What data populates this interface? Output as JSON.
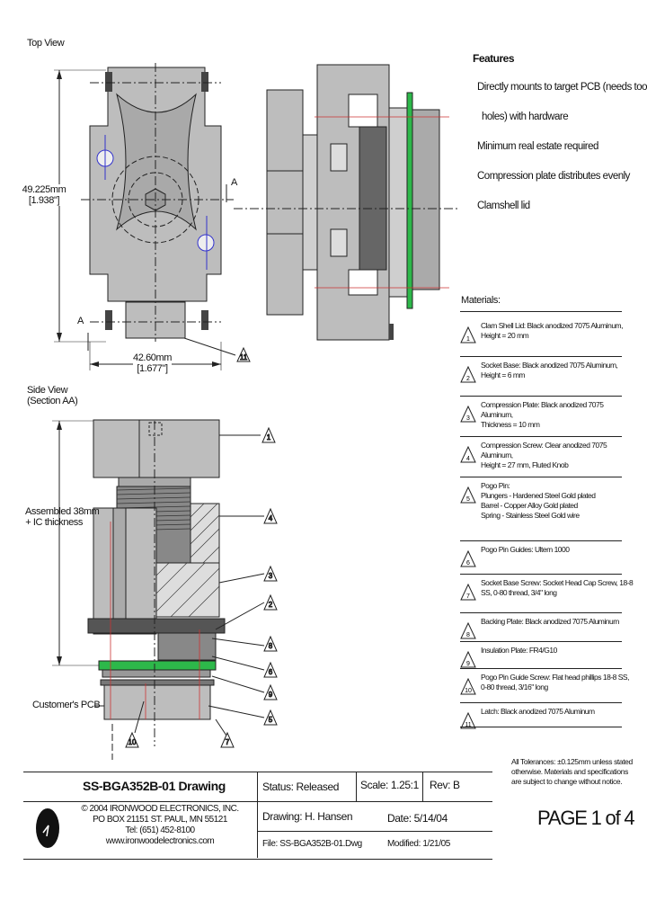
{
  "views": {
    "top_view": "Top View",
    "side_view_line1": "Side View",
    "side_view_line2": "(Section AA)",
    "height_dim_line1": "49.225mm",
    "height_dim_line2": "[1.938\"]",
    "width_dim_line1": "42.60mm",
    "width_dim_line2": "[1.677\"]",
    "section_marker": "A",
    "assembled_line1": "Assembled 38mm",
    "assembled_line2": "+ IC thickness",
    "customers_pcb": "Customer's PCB"
  },
  "features": {
    "title": "Features",
    "items": [
      "Directly mounts to target PCB (needs tooling",
      "holes) with hardware",
      "Minimum real estate required",
      "Compression plate distributes evenly",
      "Clamshell lid"
    ]
  },
  "materials": {
    "title": "Materials:",
    "items": [
      {
        "num": "1",
        "text": "Clam Shell Lid: Black anodized 7075 Aluminum,\nHeight = 20 mm"
      },
      {
        "num": "2",
        "text": "Socket Base: Black anodized 7075 Aluminum,\nHeight = 6 mm"
      },
      {
        "num": "3",
        "text": "Compression Plate: Black anodized 7075 Aluminum,\nThickness = 10 mm"
      },
      {
        "num": "4",
        "text": "Compression Screw: Clear anodized 7075 Aluminum,\nHeight = 27 mm, Fluted Knob"
      },
      {
        "num": "5",
        "text": "Pogo Pin:\nPlungers - Hardened Steel Gold plated\nBarrel - Copper Alloy Gold plated\nSpring - Stainless Steel Gold wire"
      },
      {
        "num": "6",
        "text": "Pogo Pin Guides: Ultem 1000"
      },
      {
        "num": "7",
        "text": "Socket Base Screw: Socket Head Cap Screw, 18-8\nSS, 0-80 thread, 3/4\" long"
      },
      {
        "num": "8",
        "text": "Backing Plate: Black anodized 7075 Aluminum"
      },
      {
        "num": "9",
        "text": "Insulation Plate: FR4/G10"
      },
      {
        "num": "10",
        "text": "Pogo Pin Guide Screw: Flat head phillips 18-8 SS,\n0-80 thread, 3/16\" long"
      },
      {
        "num": "11",
        "text": "Latch: Black anodized 7075 Aluminum"
      }
    ]
  },
  "tolerance_note": "All Tolerances: ±0.125mm unless stated\notherwise. Materials and specifications\nare subject to change without notice.",
  "title_block": {
    "drawing_title": "SS-BGA352B-01 Drawing",
    "status": "Status: Released",
    "scale": "Scale: 1.25:1",
    "rev": "Rev: B",
    "company_lines": "© 2004 IRONWOOD ELECTRONICS, INC.\nPO BOX 21151 ST. PAUL, MN 55121\nTel: (651) 452-8100\nwww.ironwoodelectronics.com",
    "drawing_by": "Drawing: H. Hansen",
    "date": "Date: 5/14/04",
    "file": "File: SS-BGA352B-01.Dwg",
    "modified": "Modified: 1/21/05",
    "page": "PAGE 1 of 4"
  }
}
